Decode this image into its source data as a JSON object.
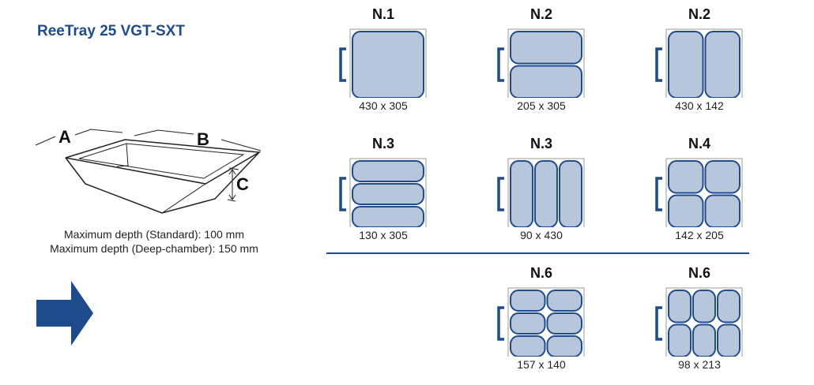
{
  "title": "ReeTray 25 VGT-SXT",
  "tray_labels": {
    "a": "A",
    "b": "B",
    "c": "C"
  },
  "depth_lines": [
    "Maximum depth (Standard): 100 mm",
    "Maximum depth (Deep-chamber): 150 mm"
  ],
  "colors": {
    "brand": "#1e4b8c",
    "compartment_fill": "#b8c6dc",
    "frame": "#999999"
  },
  "icons": {
    "arrow": "right-arrow-icon",
    "handle": "handle-bracket-icon"
  },
  "configurations": [
    {
      "label": "N.1",
      "dims": "430 x 305",
      "rows": 1,
      "cols": 1
    },
    {
      "label": "N.2",
      "dims": "205 x 305",
      "rows": 2,
      "cols": 1
    },
    {
      "label": "N.2",
      "dims": "430 x 142",
      "rows": 1,
      "cols": 2
    },
    {
      "label": "N.3",
      "dims": "130 x 305",
      "rows": 3,
      "cols": 1
    },
    {
      "label": "N.3",
      "dims": "90 x 430",
      "rows": 1,
      "cols": 3
    },
    {
      "label": "N.4",
      "dims": "142 x 205",
      "rows": 2,
      "cols": 2
    },
    {
      "label": "N.6",
      "dims": "157 x 140",
      "rows": 3,
      "cols": 2
    },
    {
      "label": "N.6",
      "dims": "98 x 213",
      "rows": 2,
      "cols": 3
    }
  ]
}
